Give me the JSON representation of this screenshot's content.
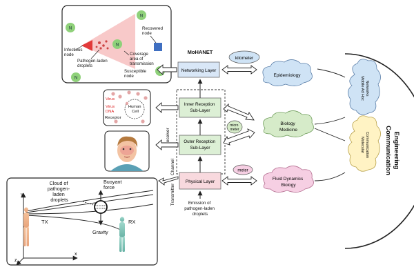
{
  "title": "MoHANET",
  "layers": {
    "networking": "Networking Layer",
    "inner_1": "Inner Reception",
    "inner_2": "Sub-Layer",
    "outer_1": "Outer Reception",
    "outer_2": "Sub-Layer",
    "physical": "Physical Layer"
  },
  "side_labels": {
    "receiver": "Receiver",
    "transmitter": "Transmitter",
    "channel": "Channel"
  },
  "emission": [
    "Emission of",
    "pathogen-laden",
    "droplets"
  ],
  "scales": {
    "kilometer": "kilometer",
    "micro_1": "micro",
    "micro_2": "meter",
    "meter": "meter"
  },
  "clouds": {
    "epidemiology": "Epidemiology",
    "biology_1": "Biology",
    "biology_2": "Medicine",
    "fluid_1": "Fluid Dynamics",
    "fluid_2": "Biology"
  },
  "comm_eng": {
    "line1": "Communication",
    "line2": "Engineering"
  },
  "comm_clouds": {
    "adhoc_1": "Mobile Ad Hoc",
    "adhoc_2": "Networks",
    "molecular_1": "Molecular",
    "molecular_2": "Communication"
  },
  "network_panel": {
    "node_label": "N",
    "recovered": [
      "Recovered",
      "node"
    ],
    "infectious": [
      "Infectious",
      "node"
    ],
    "droplets": [
      "Pathogen-laden",
      "droplets"
    ],
    "coverage": [
      "Coverage",
      "area of",
      "transmission"
    ],
    "susceptible": [
      "Susceptible",
      "node"
    ]
  },
  "cell_panel": {
    "virus": "Virus",
    "virus_dna_1": "Virus",
    "virus_dna_2": "DNA",
    "receptor": "Receptor",
    "cell_1": "Human",
    "cell_2": "Cell"
  },
  "channel_panel": {
    "cloud": [
      "Cloud of",
      "pathogen-",
      "laden",
      "droplets"
    ],
    "buoyant": [
      "Buoyant",
      "force"
    ],
    "gravity": "Gravity",
    "tx": "TX",
    "rx": "RX",
    "axis_y": "y",
    "axis_x": "x",
    "axis_z": "z"
  },
  "colors": {
    "layer_fill": "#d9e7f7",
    "green_fill": "#dcefd5",
    "physical_fill": "#f8d9de",
    "cloud_blue": "#cfe3f5",
    "cloud_green": "#d6ebc9",
    "cloud_pink": "#f6cfe3",
    "cloud_yellow": "#fff3c4",
    "node_green": "#8fd17a",
    "recovered_blue": "#3f6fc1",
    "infectious_red": "#e23a3a",
    "cone_pink": "#f5b7b7"
  }
}
